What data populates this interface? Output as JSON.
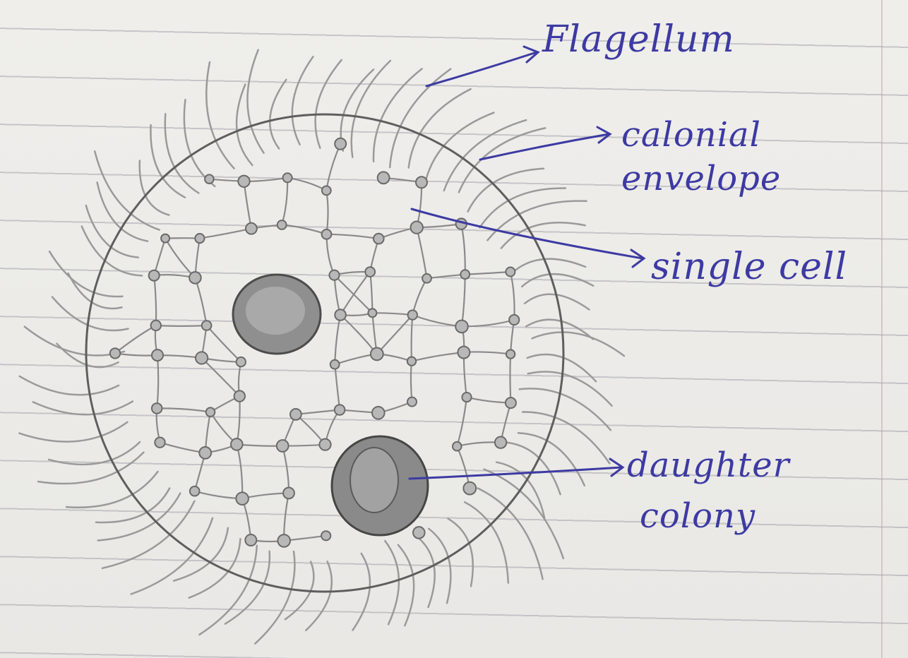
{
  "labels": {
    "flagellum": "Flagellum",
    "colonial_envelope_line1": "calonial",
    "colonial_envelope_line2": "envelope",
    "single_cell": "single cell",
    "daughter_colony_line1": "daughter",
    "daughter_colony_line2": "colony"
  },
  "colors": {
    "ink": "#3d3aa3",
    "pencil": "#7a7a7a",
    "paper": "#ecebe8"
  }
}
